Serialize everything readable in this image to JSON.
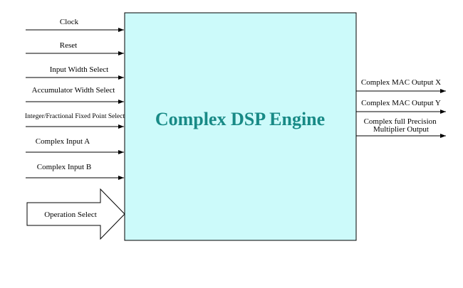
{
  "block": {
    "title": "Complex DSP Engine",
    "fill_color": "#ccfafa",
    "title_color": "#188a86"
  },
  "inputs": [
    {
      "label": "Clock"
    },
    {
      "label": "Reset"
    },
    {
      "label": "Input Width Select"
    },
    {
      "label": "Accumulator Width Select"
    },
    {
      "label": "Integer/Fractional Fixed Point Select"
    },
    {
      "label": "Complex Input A"
    },
    {
      "label": "Complex Input B"
    }
  ],
  "bus_input": {
    "label": "Operation Select"
  },
  "outputs": [
    {
      "label_lines": [
        "Complex MAC Output X"
      ]
    },
    {
      "label_lines": [
        "Complex MAC Output Y"
      ]
    },
    {
      "label_lines": [
        "Complex full Precision",
        "Multiplier Output"
      ]
    }
  ]
}
